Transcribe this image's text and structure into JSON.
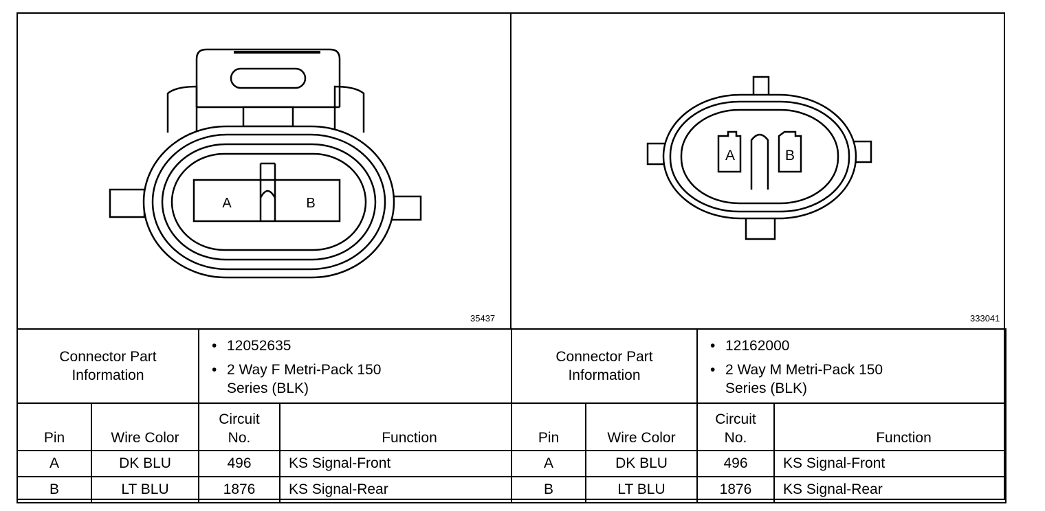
{
  "left": {
    "figure_id": "35437",
    "pin_labels": [
      "A",
      "B"
    ],
    "connector_info_label": "Connector Part Information",
    "connector_info_label_line1": "Connector Part",
    "connector_info_label_line2": "Information",
    "part_number": "12052635",
    "description_line1": "2 Way F Metri-Pack 150",
    "description_line2": "Series (BLK)",
    "bullet": "•",
    "headers": {
      "pin": "Pin",
      "wire_color": "Wire Color",
      "circuit_line1": "Circuit",
      "circuit_line2": "No.",
      "function": "Function"
    },
    "rows": [
      {
        "pin": "A",
        "wire_color": "DK BLU",
        "circuit": "496",
        "function": "KS Signal-Front"
      },
      {
        "pin": "B",
        "wire_color": "LT BLU",
        "circuit": "1876",
        "function": "KS Signal-Rear"
      }
    ]
  },
  "right": {
    "figure_id": "333041",
    "pin_labels": [
      "A",
      "B"
    ],
    "connector_info_label_line1": "Connector Part",
    "connector_info_label_line2": "Information",
    "part_number": "12162000",
    "description_line1": "2 Way M Metri-Pack 150",
    "description_line2": "Series (BLK)",
    "bullet": "•",
    "headers": {
      "pin": "Pin",
      "wire_color": "Wire Color",
      "circuit_line1": "Circuit",
      "circuit_line2": "No.",
      "function": "Function"
    },
    "rows": [
      {
        "pin": "A",
        "wire_color": "DK BLU",
        "circuit": "496",
        "function": "KS Signal-Front"
      },
      {
        "pin": "B",
        "wire_color": "LT BLU",
        "circuit": "1876",
        "function": "KS Signal-Rear"
      }
    ]
  }
}
